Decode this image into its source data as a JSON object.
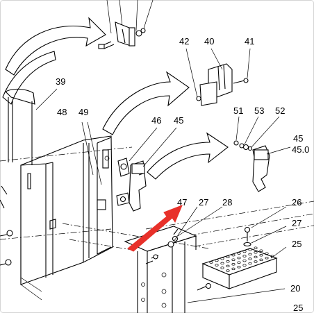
{
  "callouts": [
    {
      "id": "c39",
      "text": "39"
    },
    {
      "id": "c48",
      "text": "48"
    },
    {
      "id": "c49",
      "text": "49"
    },
    {
      "id": "c46",
      "text": "46"
    },
    {
      "id": "c45a",
      "text": "45"
    },
    {
      "id": "c42",
      "text": "42"
    },
    {
      "id": "c40",
      "text": "40"
    },
    {
      "id": "c41",
      "text": "41"
    },
    {
      "id": "c51",
      "text": "51"
    },
    {
      "id": "c53",
      "text": "53"
    },
    {
      "id": "c52",
      "text": "52"
    },
    {
      "id": "c45b",
      "text": "45"
    },
    {
      "id": "c450",
      "text": "45.0"
    },
    {
      "id": "c47",
      "text": "47"
    },
    {
      "id": "c27a",
      "text": "27"
    },
    {
      "id": "c28",
      "text": "28"
    },
    {
      "id": "c26",
      "text": "26"
    },
    {
      "id": "c27b",
      "text": "27"
    },
    {
      "id": "c25",
      "text": "25"
    },
    {
      "id": "c20",
      "text": "20"
    },
    {
      "id": "c2x",
      "text": "25"
    }
  ],
  "colors": {
    "highlight_arrow": "#e8312a",
    "line": "#000000",
    "frame": "#d4d4d4"
  }
}
